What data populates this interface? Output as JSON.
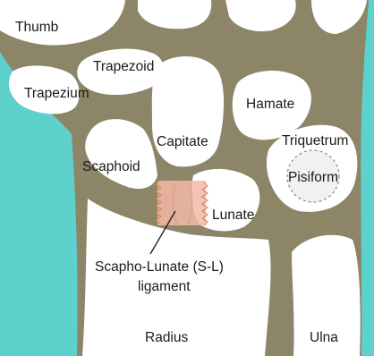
{
  "colors": {
    "bone": "#ffffff",
    "joint_background": "#8c8568",
    "soft_tissue": "#5ed1cc",
    "ligament_fill": "#f2b9a6",
    "ligament_edge": "#d9805f",
    "pisiform_fill": "#f1f1f1",
    "pisiform_outline": "#8a8a8a",
    "text": "#1a1a1a"
  },
  "labels": {
    "thumb": "Thumb",
    "trapezoid": "Trapezoid",
    "trapezium": "Trapezium",
    "hamate": "Hamate",
    "capitate": "Capitate",
    "triquetrum": "Triquetrum",
    "scaphoid": "Scaphoid",
    "pisiform": "Pisiform",
    "lunate": "Lunate",
    "ligament_line1": "Scapho-Lunate (S-L)",
    "ligament_line2": "ligament",
    "radius": "Radius",
    "ulna": "Ulna"
  }
}
